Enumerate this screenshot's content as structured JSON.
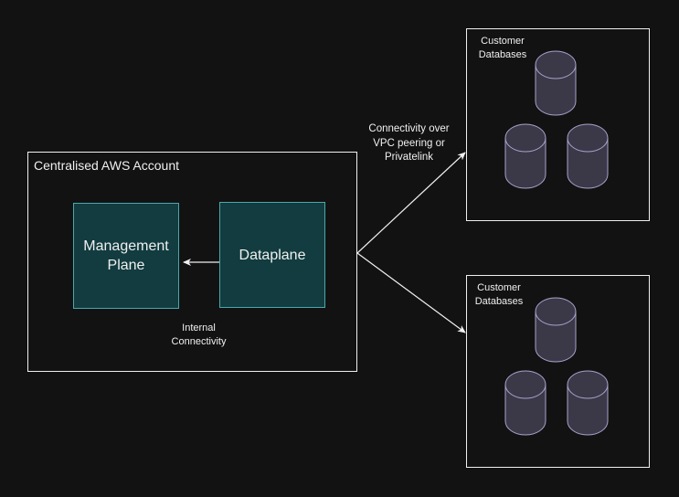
{
  "central_account": {
    "title": "Centralised AWS Account",
    "management_plane": "Management Plane",
    "dataplane": "Dataplane",
    "internal_label": [
      "Internal",
      "Connectivity"
    ]
  },
  "external_link_label": [
    "Connectivity over",
    "VPC peering or",
    "Privatelink"
  ],
  "customer_groups": [
    {
      "title": [
        "Customer",
        "Databases"
      ],
      "database_count": 3
    },
    {
      "title": [
        "Customer",
        "Databases"
      ],
      "database_count": 3
    }
  ],
  "colors": {
    "background": "#121212",
    "node_fill": "#123c3f",
    "node_stroke": "#4aa8ac",
    "db_fill": "#3b3848",
    "db_stroke": "#a9a3cc",
    "line": "#f0f0f0"
  }
}
